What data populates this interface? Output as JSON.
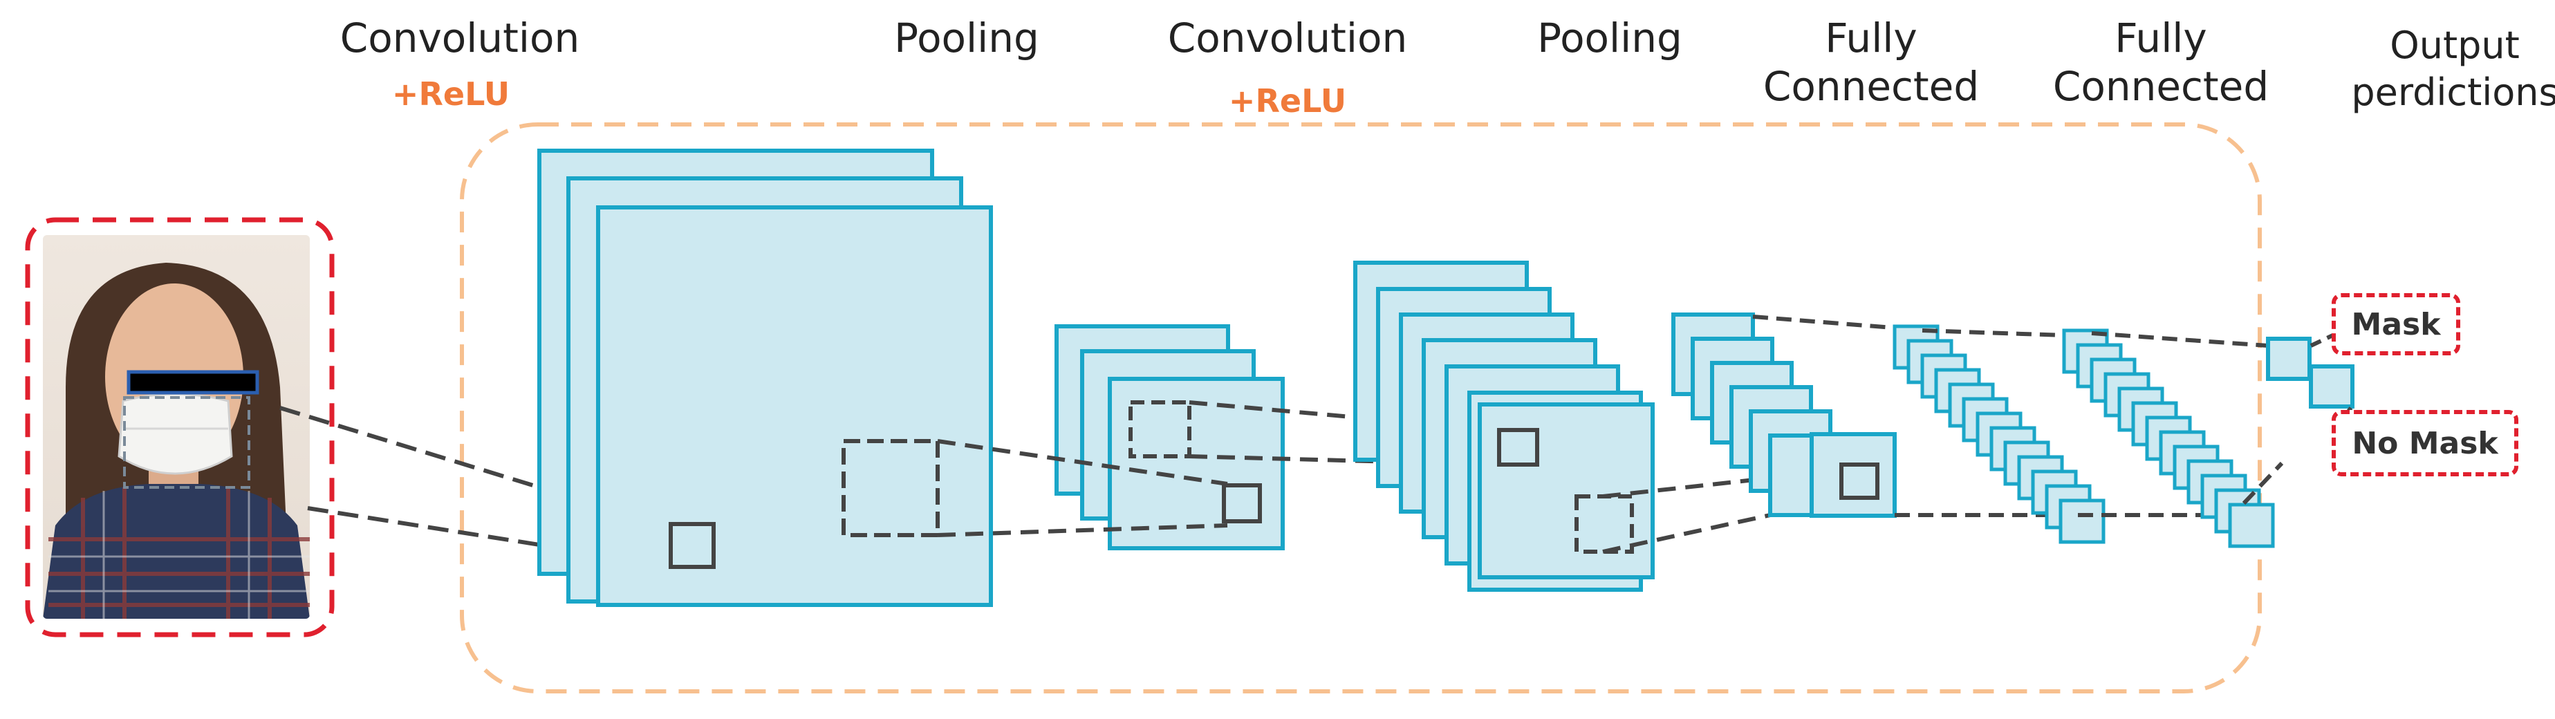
{
  "stages": [
    {
      "label_line1": "Convolution",
      "label_line2": "",
      "activation": "+ReLU"
    },
    {
      "label_line1": "Pooling",
      "label_line2": "",
      "activation": ""
    },
    {
      "label_line1": "Convolution",
      "label_line2": "",
      "activation": "+ReLU"
    },
    {
      "label_line1": "Pooling",
      "label_line2": "",
      "activation": ""
    },
    {
      "label_line1": "Fully",
      "label_line2": "Connected",
      "activation": ""
    },
    {
      "label_line1": "Fully",
      "label_line2": "Connected",
      "activation": ""
    },
    {
      "label_line1": "Output",
      "label_line2": "perdictions",
      "activation": ""
    }
  ],
  "outputs": [
    "Mask",
    "No Mask"
  ],
  "colors": {
    "feature_fill": "#cde9f1",
    "feature_stroke": "#1aa6c8",
    "network_border": "#f7c08f",
    "relu_text": "#f07a3a",
    "output_border": "#e0202e",
    "input_border": "#e0202e",
    "connector": "#444444"
  },
  "input_image": {
    "subject": "person-wearing-white-face-mask",
    "eye_bar_color": "#000000"
  }
}
